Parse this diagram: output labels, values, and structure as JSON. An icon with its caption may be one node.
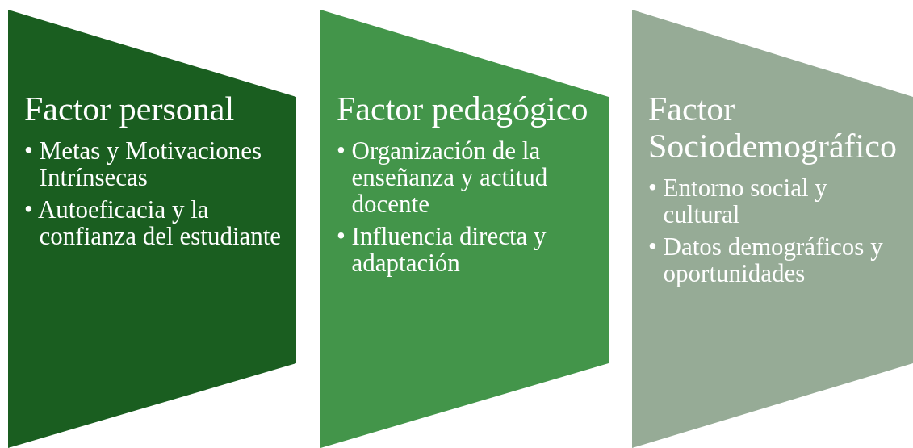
{
  "diagram": {
    "nodes": [
      {
        "text": [
          "Factor personal",
          "• Metas y Motivaciones Intrínsecas",
          "• Autoeficacia y la confianza del estudiante"
        ]
      },
      {
        "text": [
          "Factor pedagógico",
          "• Organización de la enseñanza y actitud docente",
          "• Influencia directa y adaptación"
        ]
      },
      {
        "text": [
          "Factor Sociodemográfico",
          "• Entorno social y cultural",
          "• Datos demográficos y oportunidades"
        ]
      }
    ]
  }
}
